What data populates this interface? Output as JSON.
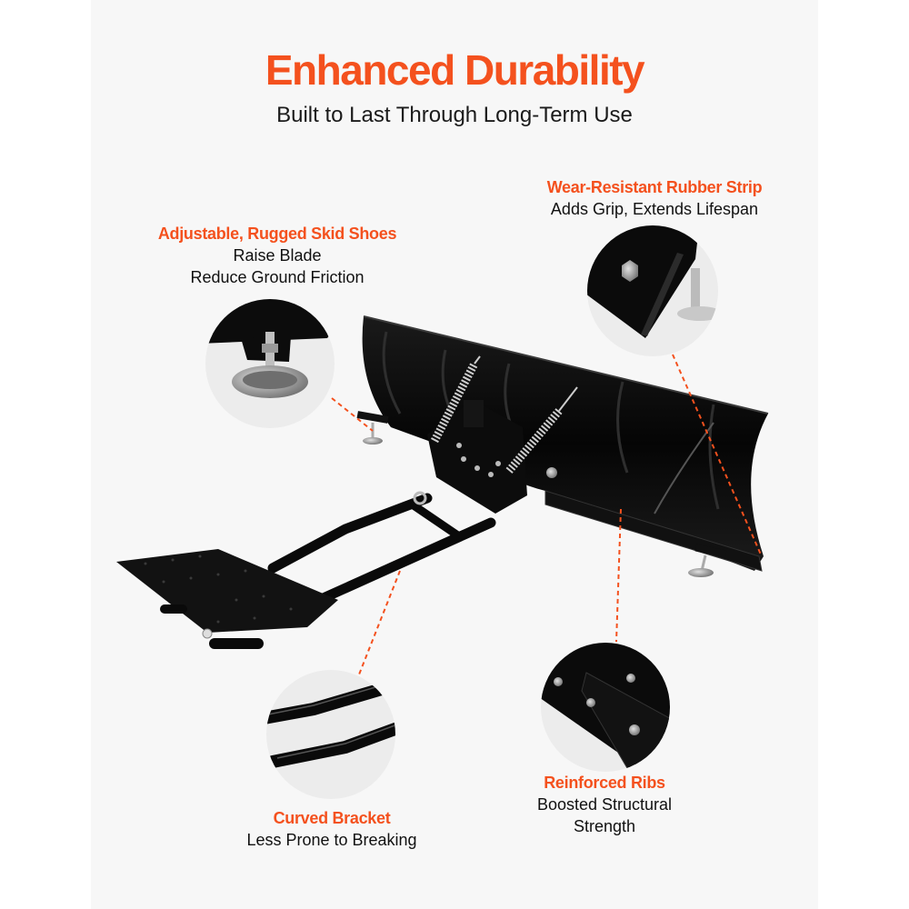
{
  "header": {
    "title": "Enhanced Durability",
    "subtitle": "Built to Last Through Long-Term Use"
  },
  "callouts": [
    {
      "id": "rubber-strip",
      "title": "Wear-Resistant Rubber Strip",
      "lines": [
        "Adds Grip, Extends Lifespan"
      ]
    },
    {
      "id": "skid-shoes",
      "title": "Adjustable, Rugged Skid Shoes",
      "lines": [
        "Raise Blade",
        "Reduce Ground Friction"
      ]
    },
    {
      "id": "curved-bracket",
      "title": "Curved Bracket",
      "lines": [
        "Less Prone to Breaking"
      ]
    },
    {
      "id": "reinforced-ribs",
      "title": "Reinforced Ribs",
      "lines": [
        "Boosted Structural",
        "Strength"
      ]
    }
  ],
  "colors": {
    "accent": "#f4511e",
    "panel_bg": "#f7f7f7",
    "page_bg": "#ffffff",
    "circle_bg": "#ececec",
    "product": "#0d0d0d",
    "body_text": "#111111"
  },
  "product": {
    "name": "snow plow blade with mounting frame",
    "detail_circles": [
      "skid-shoe-detail",
      "rubber-strip-detail",
      "curved-bracket-detail",
      "reinforced-ribs-detail"
    ]
  }
}
